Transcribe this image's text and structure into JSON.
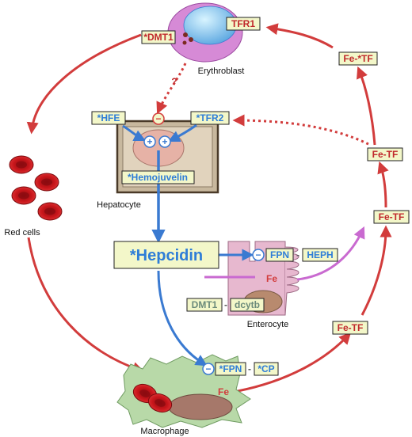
{
  "colors": {
    "iron_path": "#d23c3c",
    "hepcidin_path": "#3a7ad1",
    "absorbed_iron": "#c96ad0",
    "label_box": "#f3f7c9",
    "blue_text": "#2e7dd7",
    "red_text": "#c0282c",
    "grey_text": "#6b8a7a",
    "hepatocyte": "#c8b89e",
    "erythroblast": "#d68ad6",
    "macrophage": "#b8d9a8",
    "enterocyte": "#e7b8cf",
    "red_cell": "#c8161b"
  },
  "labels": {
    "erythroblast": "Erythroblast",
    "hepatocyte": "Hepatocyte",
    "enterocyte": "Enterocyte",
    "macrophage": "Macrophage",
    "red_cells": "Red cells",
    "question": "?",
    "minus": "−",
    "plus": "+",
    "dash": "-"
  },
  "tags": {
    "tfr1": "TFR1",
    "dmt1_erythroblast": "*DMT1",
    "fe_tf_top": "Fe-*TF",
    "fe_tf_upper": "Fe-TF",
    "fe_tf_middle": "Fe-TF",
    "fe_tf_lower": "Fe-TF",
    "hfe": "*HFE",
    "tfr2": "*TFR2",
    "hemojuvelin": "*Hemojuvelin",
    "hepcidin": "*Hepcidin",
    "fpn_enterocyte": "FPN",
    "heph": "HEPH",
    "fe_enterocyte": "Fe",
    "dmt1_enterocyte": "DMT1",
    "dcytb": "dcytb",
    "fpn_macrophage": "*FPN",
    "cp": "*CP",
    "fe_macrophage": "Fe"
  },
  "icons": [
    "erythroblast-cell-icon",
    "red-blood-cell-icon",
    "hepatocyte-cell-icon",
    "enterocyte-cell-icon",
    "macrophage-cell-icon"
  ]
}
